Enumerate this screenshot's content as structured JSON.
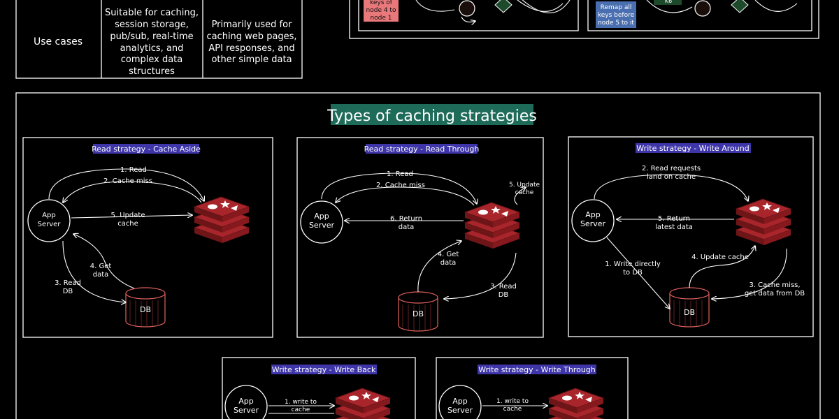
{
  "comparison_table": {
    "row_label": "Use cases",
    "col1": [
      "Suitable for caching,",
      "session storage,",
      "pub/sub, real-time",
      "analytics, and",
      "complex data",
      "structures"
    ],
    "col2": [
      "Primarily used for",
      "caching web pages,",
      "API responses, and",
      "other simple data"
    ]
  },
  "hashing": {
    "left_note": [
      "keys of",
      "node 4 to",
      "node 1"
    ],
    "right_note": [
      "Remap all",
      "keys before",
      "node 5 to it"
    ],
    "right_label": "K6"
  },
  "section_title": "Types of caching strategies",
  "colors": {
    "title_bg": "#1f6b5a",
    "panel_header": "#3d35a8",
    "redis": "#a8262b",
    "db": "#e0605a",
    "note_red": "#e8787a",
    "note_blue": "#4a6fb0"
  },
  "common": {
    "app_server": [
      "App",
      "Server"
    ],
    "db": "DB",
    "redis_icon": "redis-stack-icon"
  },
  "panels": {
    "cache_aside": {
      "title": "Read strategy - Cache Aside",
      "l_read": "1. Read",
      "l_miss": "2. Cache miss",
      "l_update": [
        "5. Update",
        "cache"
      ],
      "l_get": [
        "4. Get",
        "data"
      ],
      "l_readdb": [
        "3. Read",
        "DB"
      ]
    },
    "read_through": {
      "title": "Read strategy - Read Through",
      "l_read": "1. Read",
      "l_miss": "2. Cache miss",
      "l_update": [
        "5. Update",
        "cache"
      ],
      "l_return": [
        "6. Return",
        "data"
      ],
      "l_get": [
        "4. Get",
        "data"
      ],
      "l_readdb": [
        "3. Read",
        "DB"
      ]
    },
    "write_around": {
      "title": "Write strategy - Write Around",
      "l_requests": [
        "2. Read requests",
        "land on cache"
      ],
      "l_return": [
        "5. Return",
        "latest data"
      ],
      "l_write": [
        "1. Write directly",
        "to DB"
      ],
      "l_update": "4. Update cache",
      "l_miss": [
        "3. Cache miss,",
        "get data from DB"
      ]
    },
    "write_back": {
      "title": "Write strategy - Write Back",
      "l_write": [
        "1. write to",
        "cache"
      ]
    },
    "write_through": {
      "title": "Write strategy - Write Through",
      "l_write": [
        "1. write to",
        "cache"
      ]
    }
  }
}
